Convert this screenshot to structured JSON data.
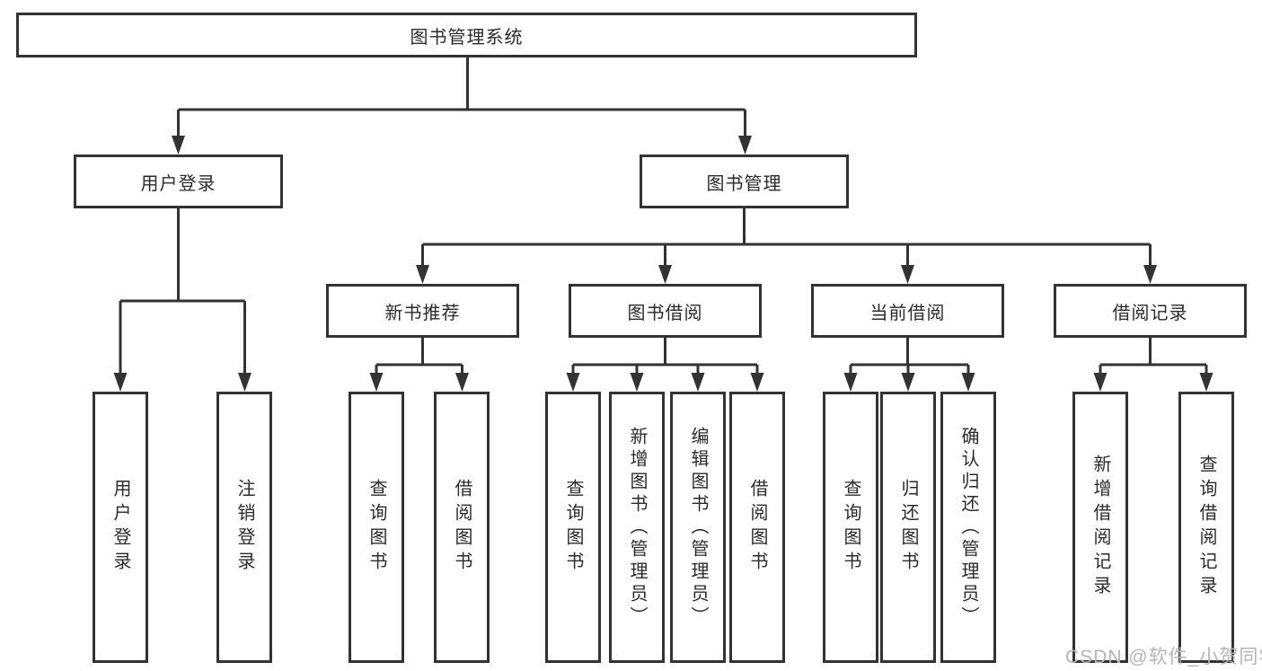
{
  "diagram": {
    "tree": {
      "label": "图书管理系统",
      "children": [
        {
          "label": "用户登录",
          "children": [
            {
              "label": "用户登录"
            },
            {
              "label": "注销登录"
            }
          ]
        },
        {
          "label": "图书管理",
          "children": [
            {
              "label": "新书推荐",
              "children": [
                {
                  "label": "查询图书"
                },
                {
                  "label": "借阅图书"
                }
              ]
            },
            {
              "label": "图书借阅",
              "children": [
                {
                  "label": "查询图书"
                },
                {
                  "label": "新增图书（管理员）"
                },
                {
                  "label": "编辑图书（管理员）"
                },
                {
                  "label": "借阅图书"
                }
              ]
            },
            {
              "label": "当前借阅",
              "children": [
                {
                  "label": "查询图书"
                },
                {
                  "label": "归还图书"
                },
                {
                  "label": "确认归还（管理员）"
                }
              ]
            },
            {
              "label": "借阅记录",
              "children": [
                {
                  "label": "新增借阅记录"
                },
                {
                  "label": "查询借阅记录"
                }
              ]
            }
          ]
        }
      ]
    },
    "colors": {
      "line": "#333333",
      "text": "#2b2b2b",
      "background": "#ffffff",
      "watermark_color": "#b5b5b5"
    }
  },
  "watermark": {
    "text": "CSDN @软件_小贺同学"
  }
}
